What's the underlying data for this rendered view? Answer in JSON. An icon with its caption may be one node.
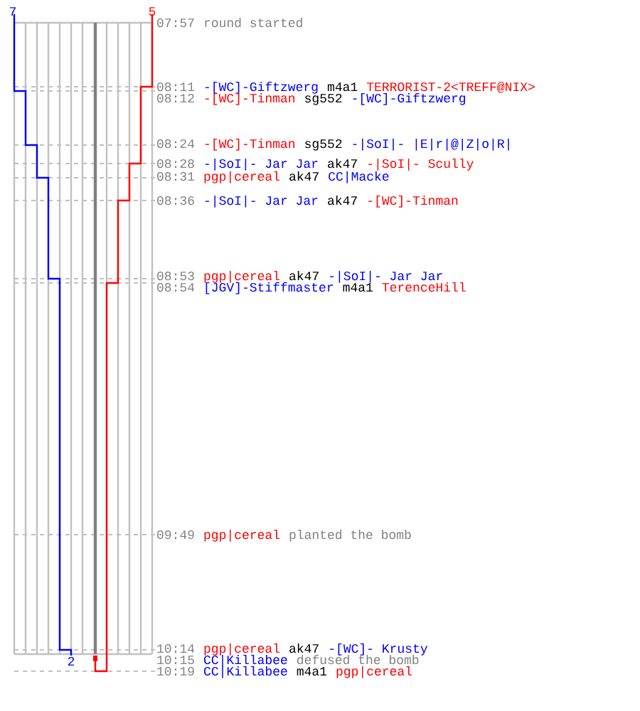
{
  "diagram": {
    "labels": [
      "7",
      "5",
      "07:57",
      "round started",
      "08:11",
      "-[WC]-Giftzwerg",
      "m4a1",
      "TERRORIST-2<TREFF@NIX>",
      "08:12",
      "-[WC]-Tinman",
      "sg552",
      "-[WC]-Giftzwerg",
      "08:24",
      "-[WC]-Tinman",
      "sg552",
      "-|SoI|- |E|r|@|Z|o|R|",
      "08:28",
      "-|SoI|- Jar Jar",
      "ak47",
      "-|SoI|- Scully",
      "08:31",
      "pgp|cereal",
      "ak47",
      "CC|Macke",
      "08:36",
      "-|SoI|- Jar Jar",
      "ak47",
      "-[WC]-Tinman",
      "08:53",
      "pgp|cereal",
      "ak47",
      "-|SoI|- Jar Jar",
      "08:54",
      "[JGV]-Stiffmaster",
      "m4a1",
      "TerenceHill",
      "09:49",
      "pgp|cereal",
      "planted the bomb",
      "10:14",
      "pgp|cereal",
      "ak47",
      "-[WC]- Krusty",
      "2",
      "10:15",
      "CC|Killabee",
      "defused the bomb",
      "10:19",
      "CC|Killabee",
      "m4a1",
      "pgp|cereal"
    ]
  }
}
